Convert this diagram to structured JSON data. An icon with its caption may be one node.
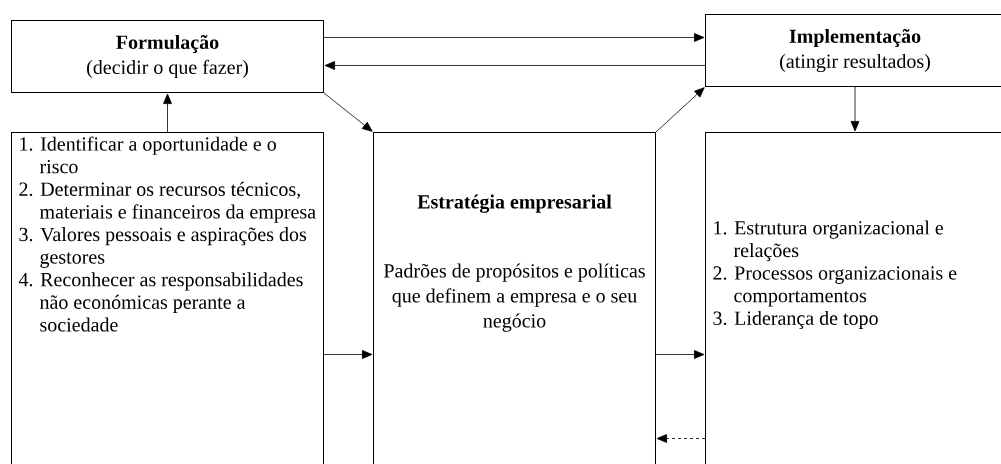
{
  "diagram": {
    "nodes": [
      {
        "text": [
          "Formulação",
          "(decidir o que fazer)"
        ]
      },
      {
        "text": [
          "Implementação",
          "(atingir resultados)"
        ]
      },
      {
        "text": [
          "1. Identificar a oportunidade e o risco",
          "2. Determinar os recursos técnicos, materiais e financeiros da empresa",
          "3. Valores pessoais e aspirações dos gestores",
          "4. Reconhecer as responsabilidades não económicas perante a sociedade"
        ]
      },
      {
        "text": [
          "Estratégia empresarial",
          "Padrões de propósitos e políticas  que definem a empresa e o seu negócio"
        ]
      },
      {
        "text": [
          "1. Estrutura organizacional e relações",
          "2. Processos organizacionais e comportamentos",
          "3. Liderança de topo"
        ]
      }
    ],
    "edges": [
      {
        "from": 0,
        "to": 1,
        "arrow": "to"
      },
      {
        "from": 1,
        "to": 0,
        "arrow": "to"
      },
      {
        "from": 2,
        "to": 0,
        "arrow": "to"
      },
      {
        "from": 0,
        "to": 3,
        "arrow": "to"
      },
      {
        "from": 3,
        "to": 1,
        "arrow": "to"
      },
      {
        "from": 1,
        "to": 4,
        "arrow": "to"
      },
      {
        "from": 2,
        "to": 3,
        "arrow": "to"
      },
      {
        "from": 3,
        "to": 4,
        "arrow": "to"
      },
      {
        "from": 4,
        "to": 3,
        "arrow": "to",
        "style": "dashed"
      }
    ]
  }
}
